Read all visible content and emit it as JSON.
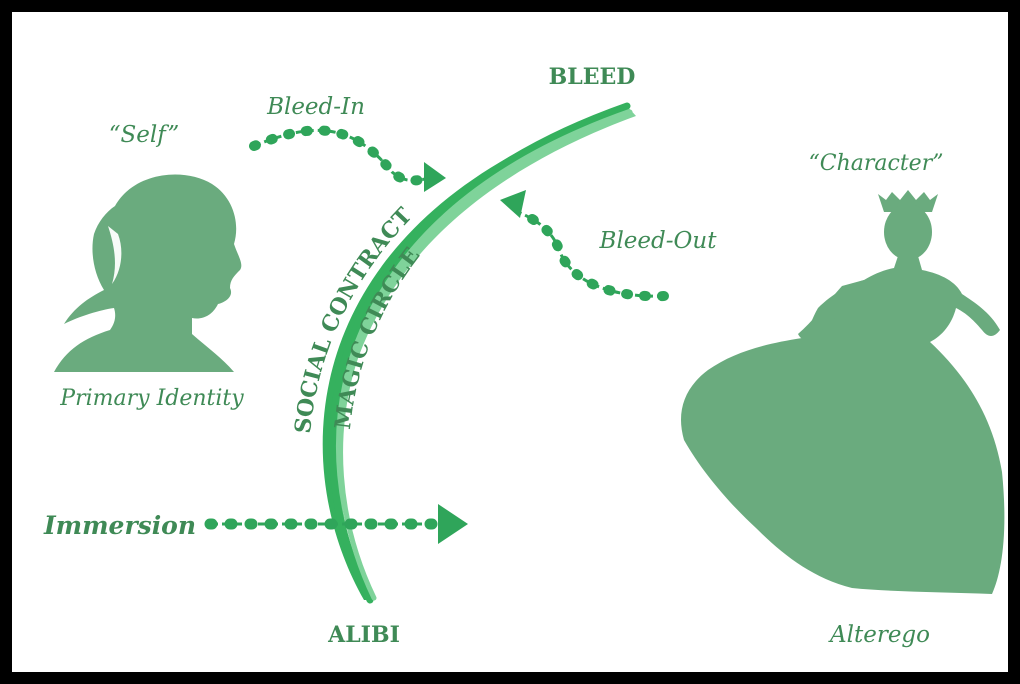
{
  "colors": {
    "background": "#ffffff",
    "frame": "#000000",
    "silhouette": "#6aab7e",
    "arc_dark": "#35b15e",
    "arc_light": "#7fd39a",
    "label_text": "#3f8a56",
    "arrow": "#2fa55a"
  },
  "labels": {
    "self": "“Self”",
    "primary_identity": "Primary Identity",
    "character": "“Character”",
    "alterego": "Alterego",
    "bleed": "BLEED",
    "alibi": "ALIBI",
    "bleed_in": "Bleed-In",
    "bleed_out": "Bleed-Out",
    "immersion": "Immersion",
    "social_contract": "SOCIAL CONTRACT",
    "magic_circle": "MAGIC CIRCLE"
  },
  "icons": {
    "self_figure": "woman-head-silhouette",
    "character_figure": "princess-silhouette",
    "arrows": "flourish-arrow"
  }
}
